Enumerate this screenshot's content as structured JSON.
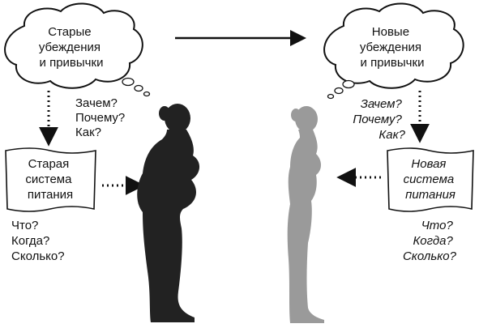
{
  "left": {
    "cloud_lines": [
      "Старые",
      "убеждения",
      "и привычки"
    ],
    "questions_why": [
      "Зачем?",
      "Почему?",
      "Как?"
    ],
    "box_lines": [
      "Старая",
      "система",
      "питания"
    ],
    "questions_what": [
      "Что?",
      "Когда?",
      "Сколько?"
    ]
  },
  "right": {
    "cloud_lines": [
      "Новые",
      "убеждения",
      "и привычки"
    ],
    "questions_why": [
      "Зачем?",
      "Почему?",
      "Как?"
    ],
    "box_lines": [
      "Новая",
      "система",
      "питания"
    ],
    "questions_what": [
      "Что?",
      "Когда?",
      "Сколько?"
    ]
  },
  "colors": {
    "old_figure": "#222222",
    "new_figure": "#9a9a9a",
    "line": "#111111"
  },
  "icons": {
    "old_figure": "silhouette-overweight-woman",
    "new_figure": "silhouette-slim-woman"
  }
}
